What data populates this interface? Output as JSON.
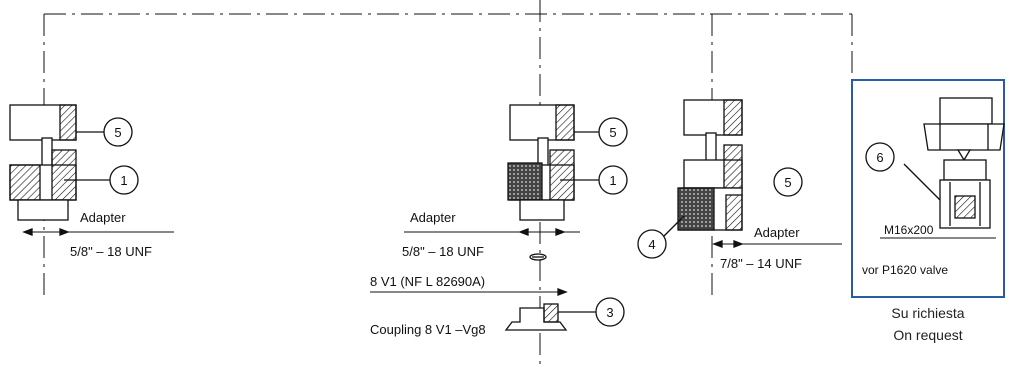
{
  "callouts": {
    "c1a": "5",
    "c1b": "1",
    "c2a": "5",
    "c2b": "1",
    "c3": "5",
    "c4": "4",
    "c5": "3",
    "c6": "6"
  },
  "labels": {
    "adapter_left": "Adapter",
    "thread_left": "5/8\" – 18 UNF",
    "adapter_mid": "Adapter",
    "thread_mid": "5/8\" – 18 UNF",
    "nf": "8 V1 (NF L 82690A)",
    "coupling": "Coupling 8 V1 –Vg8",
    "adapter_right": "Adapter",
    "thread_right": "7/8\" – 14 UNF",
    "m16": "M16x200",
    "valve": "vor P1620 valve",
    "req_it": "Su richiesta",
    "req_en": "On request"
  },
  "colors": {
    "frame": "#2b5aa6",
    "ink": "#111111"
  }
}
